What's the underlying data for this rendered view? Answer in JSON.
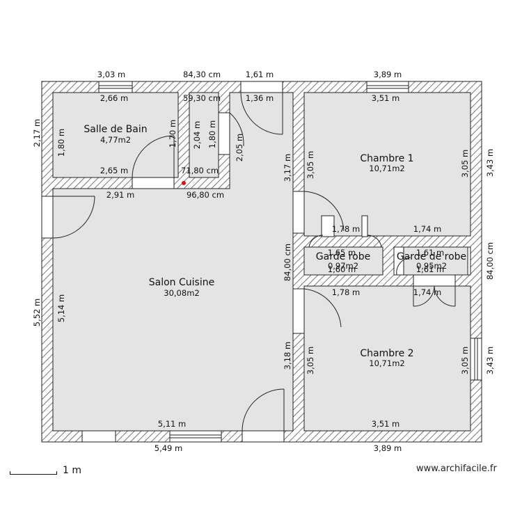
{
  "rooms": {
    "salle_de_bain": {
      "name": "Salle de Bain",
      "area": "4,77m2"
    },
    "chambre1": {
      "name": "Chambre 1",
      "area": "10,71m2"
    },
    "salon": {
      "name": "Salon Cuisine",
      "area": "30,08m2"
    },
    "chambre2": {
      "name": "Chambre 2",
      "area": "10,71m2"
    },
    "garde_robe1": {
      "name": "Garde robe",
      "area": "0,97m2"
    },
    "garde_robe2": {
      "name": "Garde de robe",
      "area": "0,95m2"
    }
  },
  "dimensions": {
    "top_303": "3,03 m",
    "top_8430": "84,30 cm",
    "top_161": "1,61 m",
    "top_389": "3,89 m",
    "in_266": "2,66 m",
    "in_5930": "59,30 cm",
    "in_136": "1,36 m",
    "in_351_top": "3,51 m",
    "left_217": "2,17 m",
    "bath_180": "1,80 m",
    "bath_170": "1,70 m",
    "wc_204": "2,04 m",
    "wc_180": "1,80 m",
    "hall_205": "2,05 m",
    "bath_265": "2,65 m",
    "wc_7180": "71,80 cm",
    "salon_291": "2,91 m",
    "salon_9680": "96,80 cm",
    "c1_317": "3,17 m",
    "c1_305_l": "3,05 m",
    "c1_305_r": "3,05 m",
    "c1_343": "3,43 m",
    "c1_178": "1,78 m",
    "c1_174": "1,74 m",
    "gr1_165": "1,65 m",
    "gr2_161_top": "1,61 m",
    "gr1_160": "1,60 m",
    "gr2_161_bot": "1,61 m",
    "mid_84_l": "84,00 cm",
    "mid_84_r": "84,00 cm",
    "c2_178": "1,78 m",
    "c2_174": "1,74 m",
    "left_552": "5,52 m",
    "salon_514": "5,14 m",
    "c2_318": "3,18 m",
    "c2_305_l": "3,05 m",
    "c2_305_r": "3,05 m",
    "c2_343": "3,43 m",
    "salon_511": "5,11 m",
    "c2_351": "3,51 m",
    "bot_549": "5,49 m",
    "bot_389": "3,89 m"
  },
  "scale": {
    "label": "1 m"
  },
  "credit": "www.archifacile.fr",
  "colors": {
    "floor": "#e4e4e4",
    "wall": "#ffffff",
    "hatch": "#555555",
    "line": "#222222",
    "marker": "#dd1111"
  }
}
